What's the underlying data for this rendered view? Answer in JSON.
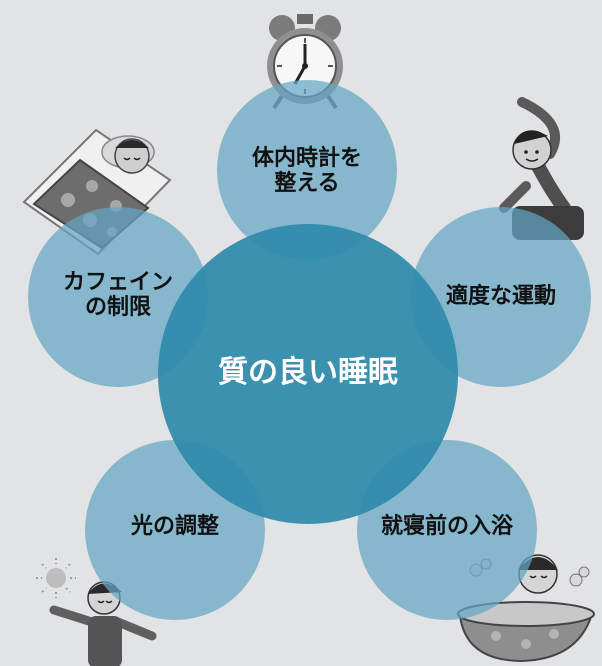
{
  "diagram": {
    "center": {
      "label": "質の良い睡眠"
    },
    "items": [
      {
        "label_lines": [
          "体内時計を",
          "整える"
        ]
      },
      {
        "label_lines": [
          "適度な運動"
        ]
      },
      {
        "label_lines": [
          "就寝前の入浴"
        ]
      },
      {
        "label_lines": [
          "光の調整"
        ]
      },
      {
        "label_lines": [
          "カフェイン",
          "の制限"
        ]
      }
    ],
    "illustrations": [
      "alarm-clock-icon",
      "stretching-person-icon",
      "bathing-person-icon",
      "morning-stretch-person-icon",
      "sleeping-person-icon"
    ],
    "colors": {
      "background": "#e2e3e5",
      "outer_circle": "#64a6c4",
      "center_circle": "#2f8bab",
      "text_dark": "#111111",
      "text_light": "#ffffff"
    }
  }
}
